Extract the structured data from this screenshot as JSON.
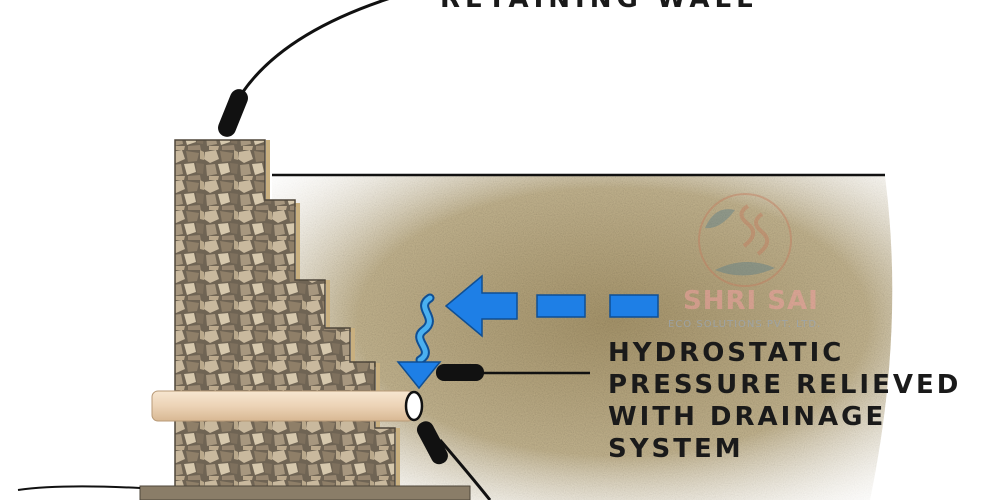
{
  "diagram": {
    "title_label": "RETAINING WALL",
    "callout_lines": [
      "HYDROSTATIC",
      "PRESSURE RELIEVED",
      "WITH DRAINAGE",
      "SYSTEM"
    ]
  },
  "watermark": {
    "name": "SHRI SAI",
    "subtitle": "ECO SOLUTIONS PVT. LTD."
  },
  "colors": {
    "soil": "#b6a57e",
    "soil_light": "#d8cfb3",
    "stone_base": "#8a7d68",
    "pipe": "#ecd3b6",
    "arrow_blue": "#1e7fe6",
    "leader": "#111111"
  },
  "icons": {
    "flow_arrow": "arrow-left-icon",
    "water_drop": "water-drop-icon"
  }
}
